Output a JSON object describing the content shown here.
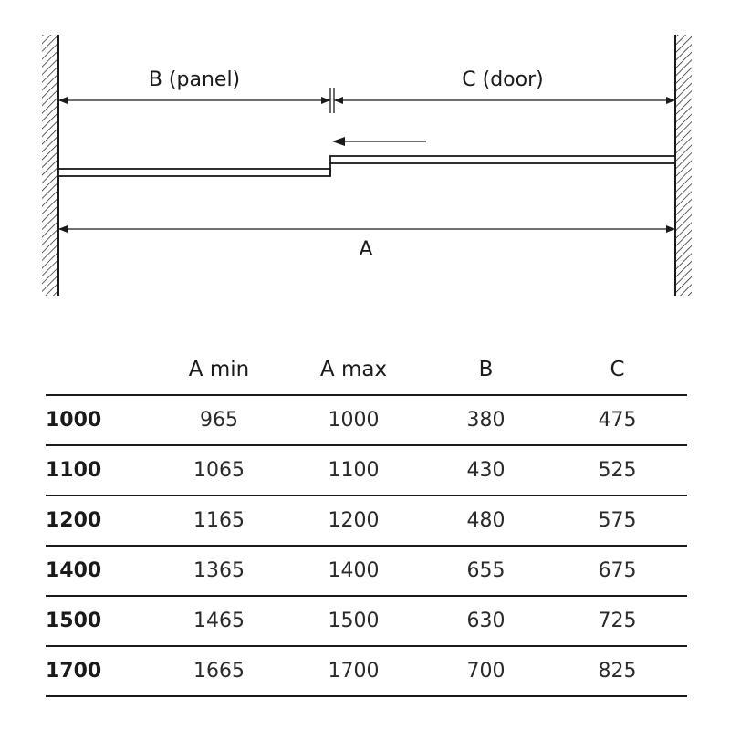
{
  "diagram": {
    "label_b": "B (panel)",
    "label_c": "C (door)",
    "label_a": "A"
  },
  "table": {
    "columns": [
      "",
      "A min",
      "A max",
      "B",
      "C"
    ],
    "rows": [
      [
        "1000",
        "965",
        "1000",
        "380",
        "475"
      ],
      [
        "1100",
        "1065",
        "1100",
        "430",
        "525"
      ],
      [
        "1200",
        "1165",
        "1200",
        "480",
        "575"
      ],
      [
        "1400",
        "1365",
        "1400",
        "655",
        "675"
      ],
      [
        "1500",
        "1465",
        "1500",
        "630",
        "725"
      ],
      [
        "1700",
        "1665",
        "1700",
        "700",
        "825"
      ]
    ]
  }
}
